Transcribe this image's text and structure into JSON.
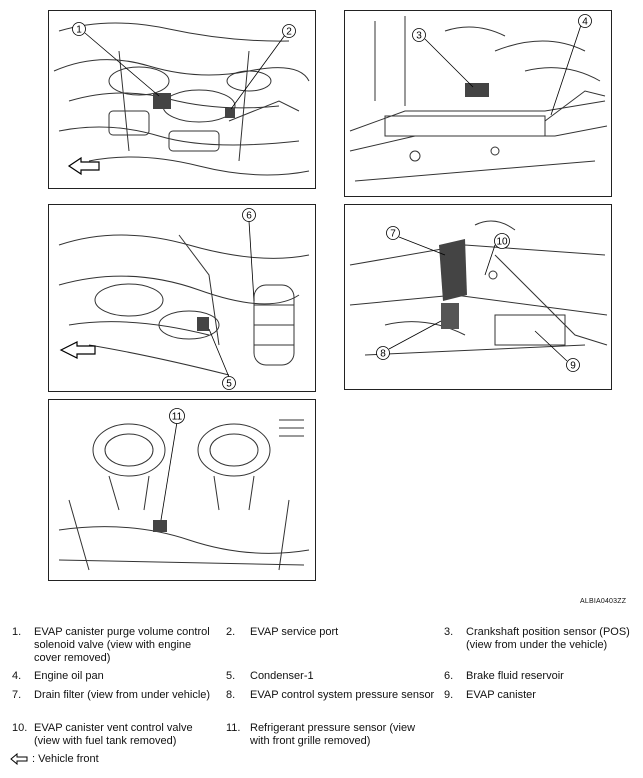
{
  "figure_code": "ALBIA0403ZZ",
  "callouts": [
    "1",
    "2",
    "3",
    "4",
    "5",
    "6",
    "7",
    "8",
    "9",
    "10",
    "11"
  ],
  "legend": [
    {
      "num": "1.",
      "text": "EVAP canister purge volume control solenoid valve (view with engine cover removed)"
    },
    {
      "num": "2.",
      "text": "EVAP service port"
    },
    {
      "num": "3.",
      "text": "Crankshaft position sensor (POS) (view from under the vehicle)"
    },
    {
      "num": "4.",
      "text": "Engine oil pan"
    },
    {
      "num": "5.",
      "text": "Condenser-1"
    },
    {
      "num": "6.",
      "text": "Brake fluid reservoir"
    },
    {
      "num": "7.",
      "text": "Drain filter (view from under vehicle)"
    },
    {
      "num": "8.",
      "text": "EVAP control system pressure sensor"
    },
    {
      "num": "9.",
      "text": "EVAP canister"
    },
    {
      "num": "10.",
      "text": "EVAP canister vent control valve (view with fuel tank removed)"
    },
    {
      "num": "11.",
      "text": "Refrigerant pressure sensor (view with front grille removed)"
    }
  ],
  "vehicle_front_note": ": Vehicle front"
}
